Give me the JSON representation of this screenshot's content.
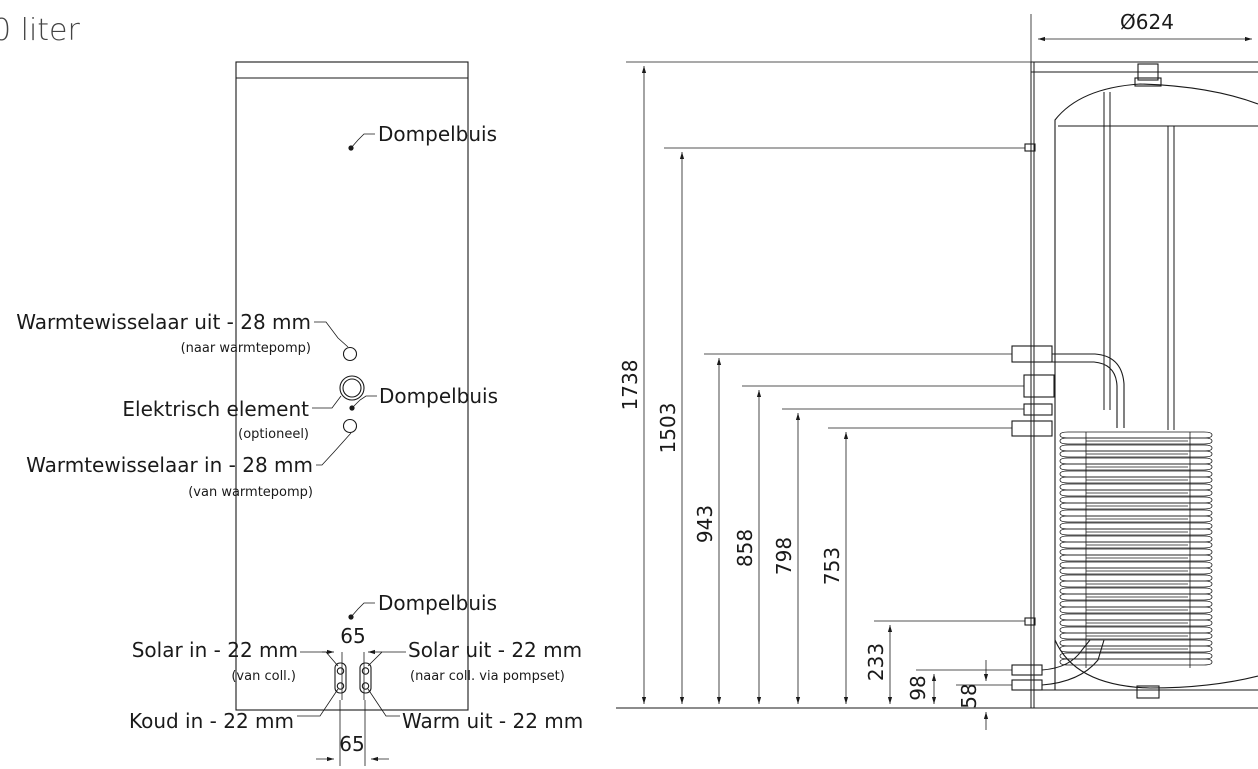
{
  "title": "0 liter",
  "front_view": {
    "labels": {
      "dompelbuis_top": "Dompelbuis",
      "wt_uit": "Warmtewisselaar uit - 28 mm",
      "wt_uit_sub": "(naar warmtepomp)",
      "elektrisch": "Elektrisch element",
      "elektrisch_sub": "(optioneel)",
      "dompelbuis_mid": "Dompelbuis",
      "wt_in": "Warmtewisselaar in - 28 mm",
      "wt_in_sub": "(van warmtepomp)",
      "dompelbuis_bottom": "Dompelbuis",
      "solar_in": "Solar in - 22 mm",
      "solar_in_sub": "(van coll.)",
      "solar_uit": "Solar uit - 22 mm",
      "solar_uit_sub": "(naar coll. via pompset)",
      "koud_in": "Koud in - 22 mm",
      "warm_uit": "Warm uit - 22 mm",
      "spacing_top": "65",
      "spacing_bottom": "65"
    }
  },
  "side_view": {
    "diameter": "Ø624",
    "dimensions": {
      "total": "1738",
      "d1503": "1503",
      "d943": "943",
      "d858": "858",
      "d798": "798",
      "d753": "753",
      "d233": "233",
      "d98": "98",
      "d58": "58"
    }
  }
}
